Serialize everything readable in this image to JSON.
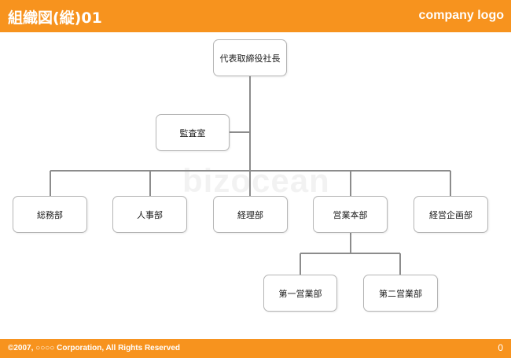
{
  "header": {
    "title": "組織図(縦)01",
    "logo": "company logo"
  },
  "footer": {
    "copyright": "©2007, ○○○○ Corporation, All Rights Reserved",
    "page_number": "0"
  },
  "watermark": "bizocean",
  "org": {
    "president": "代表取締役社長",
    "audit": "監査室",
    "general_affairs": "総務部",
    "hr": "人事部",
    "accounting": "経理部",
    "sales_hq": "営業本部",
    "planning": "経営企画部",
    "sales1": "第一営業部",
    "sales2": "第二営業部"
  },
  "colors": {
    "accent": "#f7931e",
    "line": "#8c8c8c",
    "box_border": "#b5b5b5"
  }
}
